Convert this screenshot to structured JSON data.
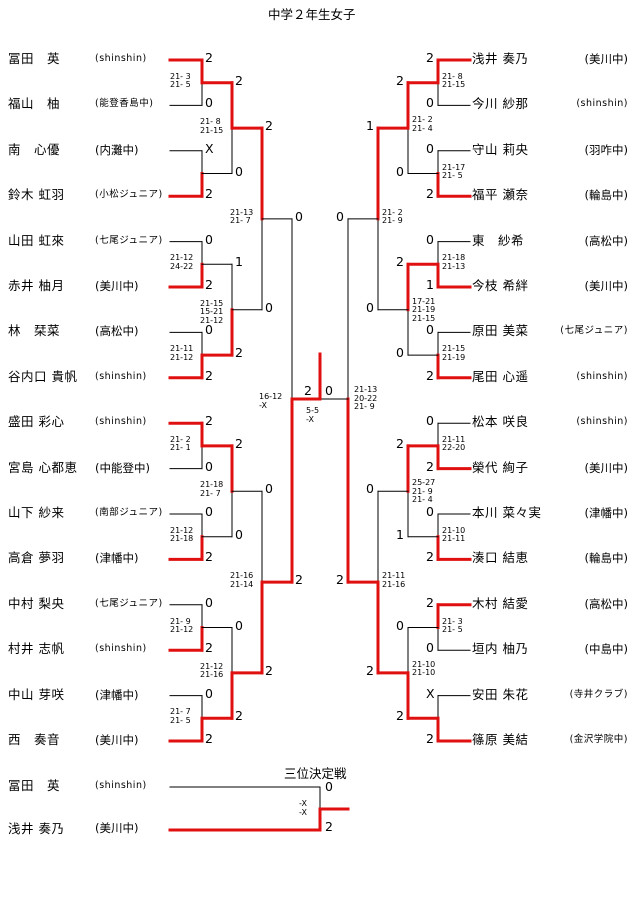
{
  "title": "中学２年生女子",
  "third_place_title": "三位決定戦",
  "colors": {
    "winner_line": "#e01010",
    "loser_line": "#000000"
  },
  "left_players": [
    {
      "name": "冨田　英",
      "school": "(shinshin)"
    },
    {
      "name": "福山　柚",
      "school": "(能登香島中)"
    },
    {
      "name": "南　心優",
      "school": "(内灘中)"
    },
    {
      "name": "鈴木 虹羽",
      "school": "(小松ジュニア)"
    },
    {
      "name": "山田 虹來",
      "school": "(七尾ジュニア)"
    },
    {
      "name": "赤井 柚月",
      "school": "(美川中)"
    },
    {
      "name": "林　栞菜",
      "school": "(高松中)"
    },
    {
      "name": "谷内口 貴帆",
      "school": "(shinshin)"
    },
    {
      "name": "盛田 彩心",
      "school": "(shinshin)"
    },
    {
      "name": "宮島 心都恵",
      "school": "(中能登中)"
    },
    {
      "name": "山下 紗来",
      "school": "(南部ジュニア)"
    },
    {
      "name": "高倉 夢羽",
      "school": "(津幡中)"
    },
    {
      "name": "中村 梨央",
      "school": "(七尾ジュニア)"
    },
    {
      "name": "村井 志帆",
      "school": "(shinshin)"
    },
    {
      "name": "中山 芽咲",
      "school": "(津幡中)"
    },
    {
      "name": "西　奏音",
      "school": "(美川中)"
    }
  ],
  "right_players": [
    {
      "name": "浅井 奏乃",
      "school": "(美川中)"
    },
    {
      "name": "今川 紗那",
      "school": "(shinshin)"
    },
    {
      "name": "守山 莉央",
      "school": "(羽咋中)"
    },
    {
      "name": "福平 瀬奈",
      "school": "(輪島中)"
    },
    {
      "name": "東　紗希",
      "school": "(高松中)"
    },
    {
      "name": "今枝 希絆",
      "school": "(美川中)"
    },
    {
      "name": "原田 美菜",
      "school": "(七尾ジュニア)"
    },
    {
      "name": "尾田 心遥",
      "school": "(shinshin)"
    },
    {
      "name": "松本 咲良",
      "school": "(shinshin)"
    },
    {
      "name": "榮代 絢子",
      "school": "(美川中)"
    },
    {
      "name": "本川 菜々実",
      "school": "(津幡中)"
    },
    {
      "name": "湊口 結恵",
      "school": "(輪島中)"
    },
    {
      "name": "木村 結愛",
      "school": "(高松中)"
    },
    {
      "name": "垣内 柚乃",
      "school": "(中島中)"
    },
    {
      "name": "安田 朱花",
      "school": "(寺井クラブ)"
    },
    {
      "name": "篠原 美結",
      "school": "(金沢学院中)"
    }
  ],
  "left_r1": [
    {
      "top": "2",
      "bot": "0",
      "games": "21- 3\n21- 5"
    },
    {
      "top": "X",
      "bot": "2",
      "games": ""
    },
    {
      "top": "0",
      "bot": "2",
      "games": "21-12\n24-22"
    },
    {
      "top": "0",
      "bot": "2",
      "games": "21-11\n21-12"
    },
    {
      "top": "2",
      "bot": "0",
      "games": "21- 2\n21- 1"
    },
    {
      "top": "0",
      "bot": "2",
      "games": "21-12\n21-18"
    },
    {
      "top": "0",
      "bot": "2",
      "games": "21- 9\n21-12"
    },
    {
      "top": "0",
      "bot": "2",
      "games": "21- 7\n21- 5"
    }
  ],
  "left_r2": [
    {
      "top": "2",
      "bot": "0",
      "games": "21- 8\n21-15"
    },
    {
      "top": "1",
      "bot": "2",
      "games": "21-15\n15-21\n21-12"
    },
    {
      "top": "2",
      "bot": "0",
      "games": "21-18\n21- 7"
    },
    {
      "top": "0",
      "bot": "2",
      "games": "21-12\n21-16"
    }
  ],
  "left_r3": [
    {
      "top": "2",
      "bot": "0",
      "games": "21-13\n21- 7"
    },
    {
      "top": "0",
      "bot": "2",
      "games": "21-16\n21-14"
    }
  ],
  "left_r4": {
    "top": "0",
    "bot": "2",
    "games": "16-12\n-X"
  },
  "right_r1": [
    {
      "top": "2",
      "bot": "0",
      "games": "21- 8\n21-15"
    },
    {
      "top": "0",
      "bot": "2",
      "games": "21-17\n21- 5"
    },
    {
      "top": "0",
      "bot": "1",
      "games": "21-18\n21-13"
    },
    {
      "top": "0",
      "bot": "2",
      "games": "21-15\n21-19"
    },
    {
      "top": "0",
      "bot": "2",
      "games": "21-11\n22-20"
    },
    {
      "top": "0",
      "bot": "2",
      "games": "21-10\n21-11"
    },
    {
      "top": "2",
      "bot": "0",
      "games": "21- 3\n21- 5"
    },
    {
      "top": "X",
      "bot": "2",
      "games": ""
    }
  ],
  "right_r2": [
    {
      "top": "2",
      "bot": "0",
      "games": "21- 2\n21- 4"
    },
    {
      "top": "2",
      "bot": "0",
      "games": "17-21\n21-19\n21-15"
    },
    {
      "top": "2",
      "bot": "1",
      "games": "25-27\n21- 9\n21- 4"
    },
    {
      "top": "0",
      "bot": "2",
      "games": "21-10\n21-10"
    }
  ],
  "right_r3": [
    {
      "top": "1",
      "bot": "0",
      "games": "21- 2\n21- 9"
    },
    {
      "top": "0",
      "bot": "2",
      "games": "21-11\n21-16"
    }
  ],
  "right_r4": {
    "top": "0",
    "bot": "2",
    "games": "21-13\n20-22\n21- 9"
  },
  "final": {
    "left": "2",
    "right": "0",
    "games": "5-5\n-X"
  },
  "third_place": {
    "players": [
      {
        "name": "冨田　英",
        "school": "(shinshin)"
      },
      {
        "name": "浅井 奏乃",
        "school": "(美川中)"
      }
    ],
    "top": "0",
    "bot": "2",
    "games": "-X\n-X"
  }
}
